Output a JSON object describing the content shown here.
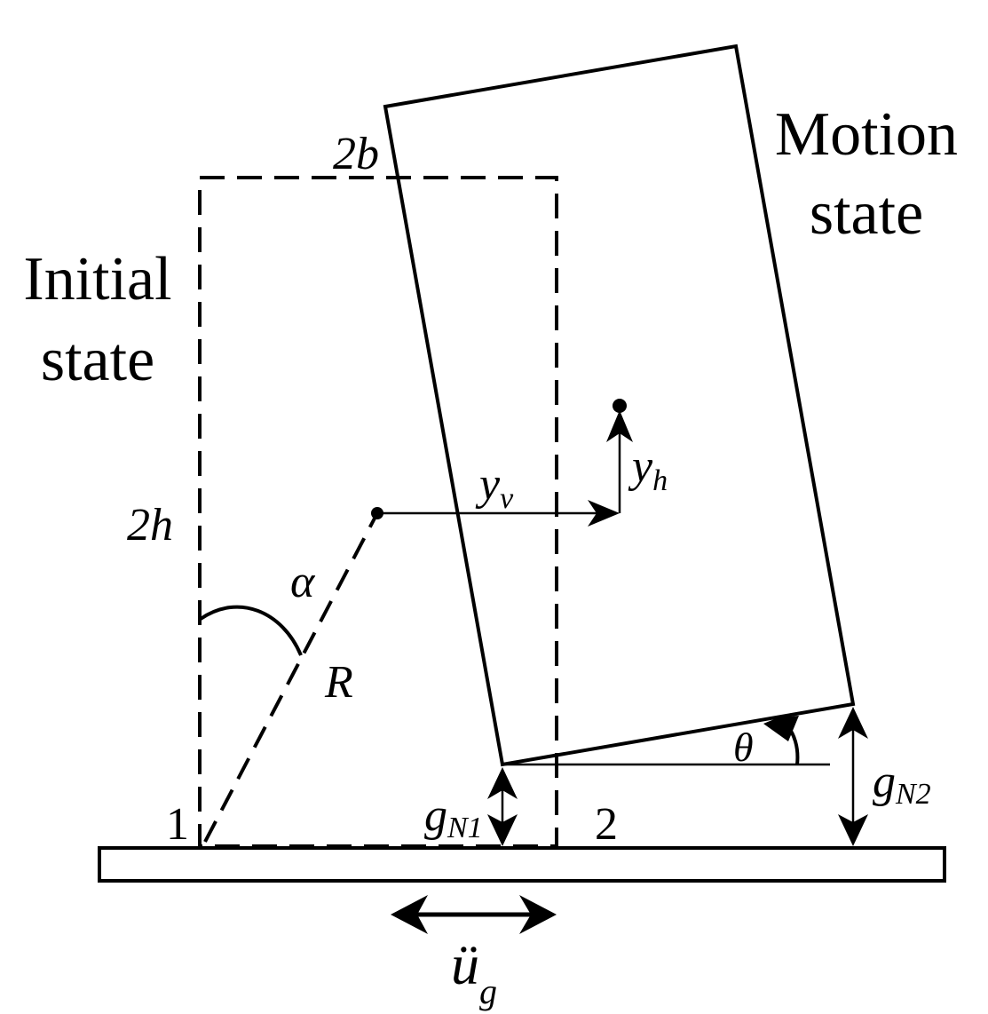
{
  "labels": {
    "initial_state_line1": "Initial",
    "initial_state_line2": "state",
    "motion_state_line1": "Motion",
    "motion_state_line2": "state",
    "width_label": "2b",
    "height_label": "2h",
    "angle_alpha": "α",
    "radius": "R",
    "disp_v_base": "y",
    "disp_v_sub": "v",
    "disp_h_base": "y",
    "disp_h_sub": "h",
    "theta": "θ",
    "gap1_base": "g",
    "gap1_sub": "N1",
    "gap2_base": "g",
    "gap2_sub": "N2",
    "corner1": "1",
    "corner2": "2",
    "ground_accel_base": "ü",
    "ground_accel_sub": "g"
  }
}
